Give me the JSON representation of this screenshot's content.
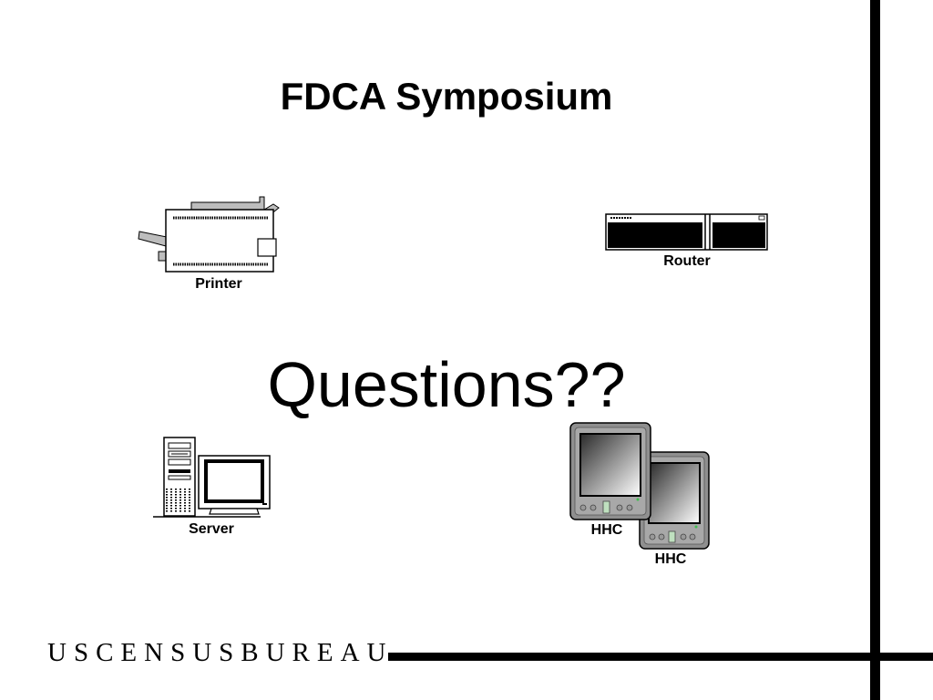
{
  "slide": {
    "title": "FDCA Symposium",
    "main_text": "Questions??"
  },
  "devices": {
    "printer": "Printer",
    "router": "Router",
    "server": "Server",
    "hhc_front": "HHC",
    "hhc_back": "HHC"
  },
  "footer": {
    "brand": "USCENSUSBUREAU"
  }
}
